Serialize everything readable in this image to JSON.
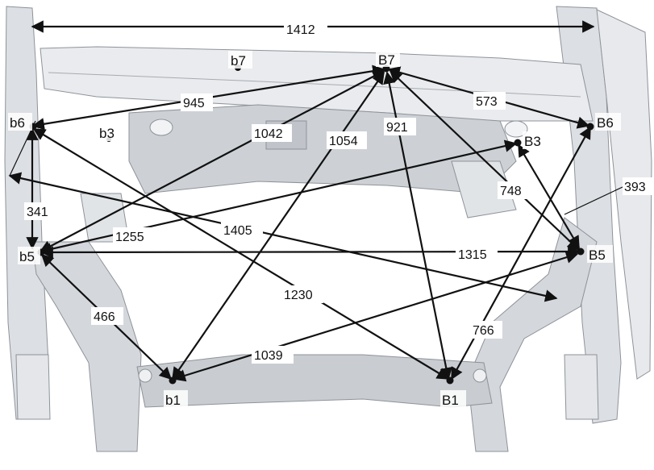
{
  "points": {
    "b7": "b7",
    "B7": "B7",
    "b6": "b6",
    "B6": "B6",
    "b3": "b3",
    "B3": "B3",
    "b5": "b5",
    "B5": "B5",
    "b1": "b1",
    "B1": "B1"
  },
  "dimensions": {
    "d1412": "1412",
    "d945": "945",
    "d573": "573",
    "d1042": "1042",
    "d1054": "1054",
    "d921": "921",
    "d748": "748",
    "d393": "393",
    "d341": "341",
    "d1255": "1255",
    "d1405": "1405",
    "d1315": "1315",
    "d466": "466",
    "d1230": "1230",
    "d1039": "1039",
    "d766": "766"
  },
  "colors": {
    "frame_fill": "#dcdfe3",
    "frame_dark": "#b8bcc2",
    "frame_edge": "#8e9399",
    "line": "#111111"
  }
}
